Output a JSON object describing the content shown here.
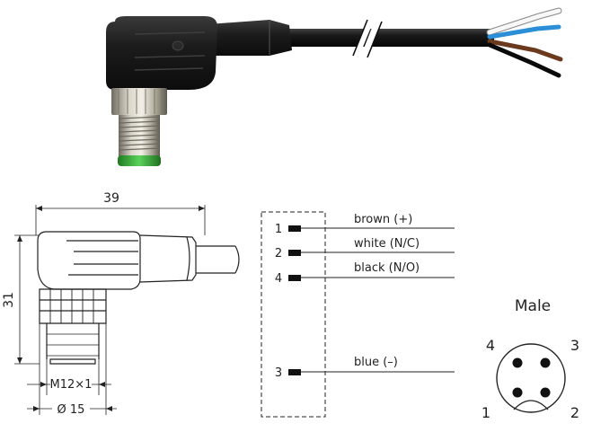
{
  "dimensions": {
    "length": "39",
    "height": "31",
    "thread": "M12×1",
    "diameter": "Ø 15"
  },
  "wiring": [
    {
      "pin": "1",
      "label": "brown (+)"
    },
    {
      "pin": "2",
      "label": "white (N/C)"
    },
    {
      "pin": "4",
      "label": "black  (N/O)"
    },
    {
      "pin": "3",
      "label": "blue  (–)"
    }
  ],
  "face": {
    "title": "Male",
    "pins": {
      "p1": "1",
      "p2": "2",
      "p3": "3",
      "p4": "4"
    }
  },
  "colors": {
    "cable": "#141414",
    "brown_wire": "#6b3a1e",
    "blue_wire": "#2a8fd6",
    "white_wire": "#f4f4f4",
    "black_wire": "#0a0a0a",
    "green_ring": "#3aa83a",
    "metal": "#b9b4a6"
  }
}
